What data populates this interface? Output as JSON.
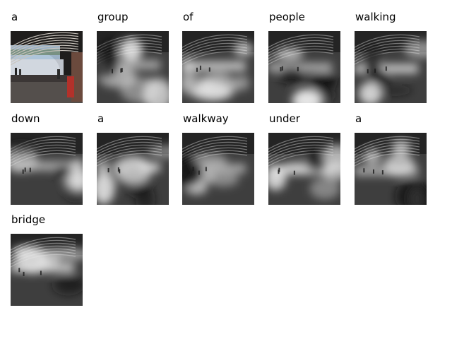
{
  "caption_words": [
    "a",
    "group",
    "of",
    "people",
    "walking",
    "down",
    "a",
    "walkway",
    "under",
    "a",
    "bridge"
  ],
  "panels": [
    {
      "word_index": 0,
      "image": "color-photo-under-bridge"
    },
    {
      "word_index": 1,
      "image": "attention-map"
    },
    {
      "word_index": 2,
      "image": "attention-map"
    },
    {
      "word_index": 3,
      "image": "attention-map"
    },
    {
      "word_index": 4,
      "image": "attention-map"
    },
    {
      "word_index": 5,
      "image": "attention-map"
    },
    {
      "word_index": 6,
      "image": "attention-map"
    },
    {
      "word_index": 7,
      "image": "attention-map"
    },
    {
      "word_index": 8,
      "image": "attention-map"
    },
    {
      "word_index": 9,
      "image": "attention-map"
    },
    {
      "word_index": 10,
      "image": "attention-map"
    }
  ]
}
